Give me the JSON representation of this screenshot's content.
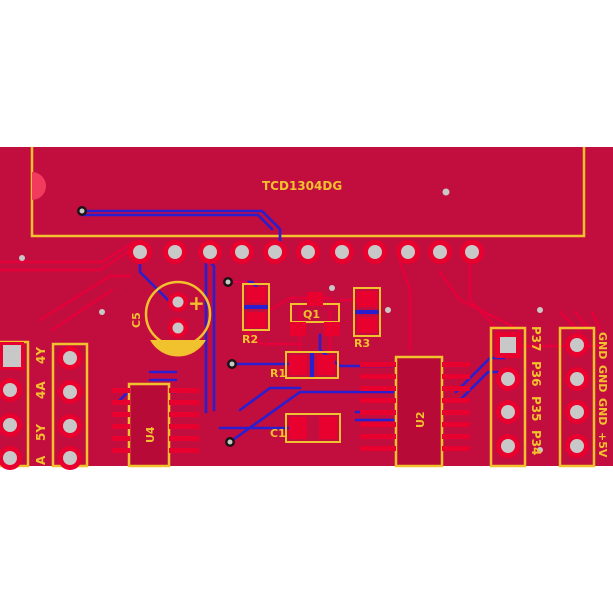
{
  "colors": {
    "background": "#ffffff",
    "copper_top": "#c20d3f",
    "copper_top_trace": "#e6003a",
    "copper_bottom_trace": "#2a1fcf",
    "silkscreen": "#f2c12e",
    "pad": "#e8002e",
    "hole": "#c8c8c8"
  },
  "components": {
    "sensor": {
      "label": "TCD1304DG"
    },
    "c5": {
      "label": "C5",
      "polarity": "+"
    },
    "r1": {
      "label": "R1"
    },
    "r2": {
      "label": "R2"
    },
    "r3": {
      "label": "R3"
    },
    "q1": {
      "label": "Q1"
    },
    "c1": {
      "label": "C1"
    },
    "u4": {
      "label": "U4"
    },
    "u2": {
      "label": "U2"
    }
  },
  "connectors": {
    "left_header": {
      "labels": [
        "4Y",
        "4A",
        "5Y",
        "A"
      ]
    },
    "port_header": {
      "labels": [
        "P37",
        "P36",
        "P35",
        "P34"
      ]
    },
    "power_header": {
      "labels": [
        "GND",
        "GND",
        "GND",
        "+5V"
      ]
    }
  }
}
